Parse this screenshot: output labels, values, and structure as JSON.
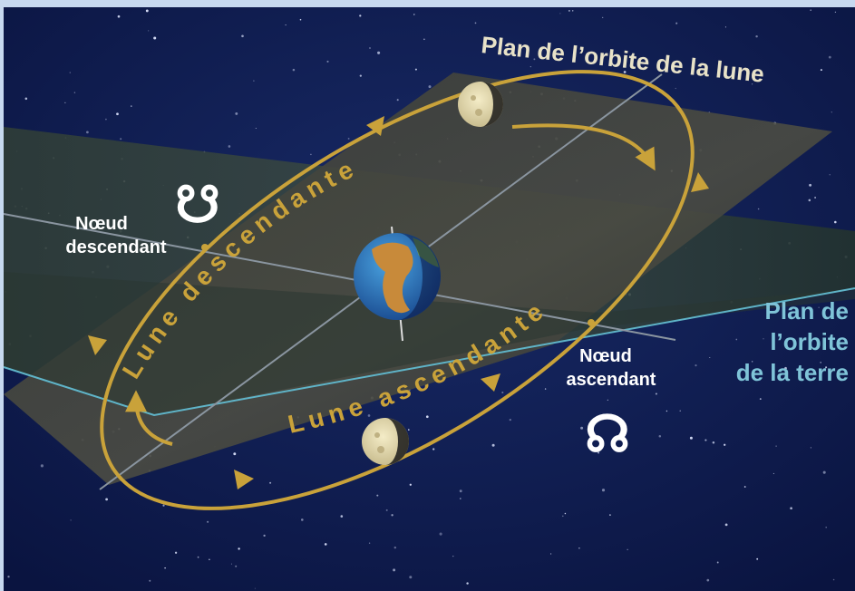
{
  "labels": {
    "moon_plane": "Plan de l’orbite de la lune",
    "earth_plane_line1": "Plan de",
    "earth_plane_line2": "l’orbite",
    "earth_plane_line3": "de la terre",
    "descending_node_line1": "Nœud",
    "descending_node_line2": "descendant",
    "ascending_node_line1": "Nœud",
    "ascending_node_line2": "ascendant",
    "descending_moon": "Lune descendante",
    "ascending_moon": "Lune ascendante",
    "descending_node_symbol": "☋",
    "ascending_node_symbol": "☊"
  },
  "colors": {
    "sky": "#0f1c4a",
    "frame": "#c7d9ef",
    "orbit": "#c9a23a",
    "moon_plane_fill": "#3d3f39",
    "earth_plane_fill": "#34423c",
    "earth_plane_edge": "#5fb4c8",
    "earth_plane_label": "#7fc4d8",
    "white_text": "#ffffff"
  }
}
